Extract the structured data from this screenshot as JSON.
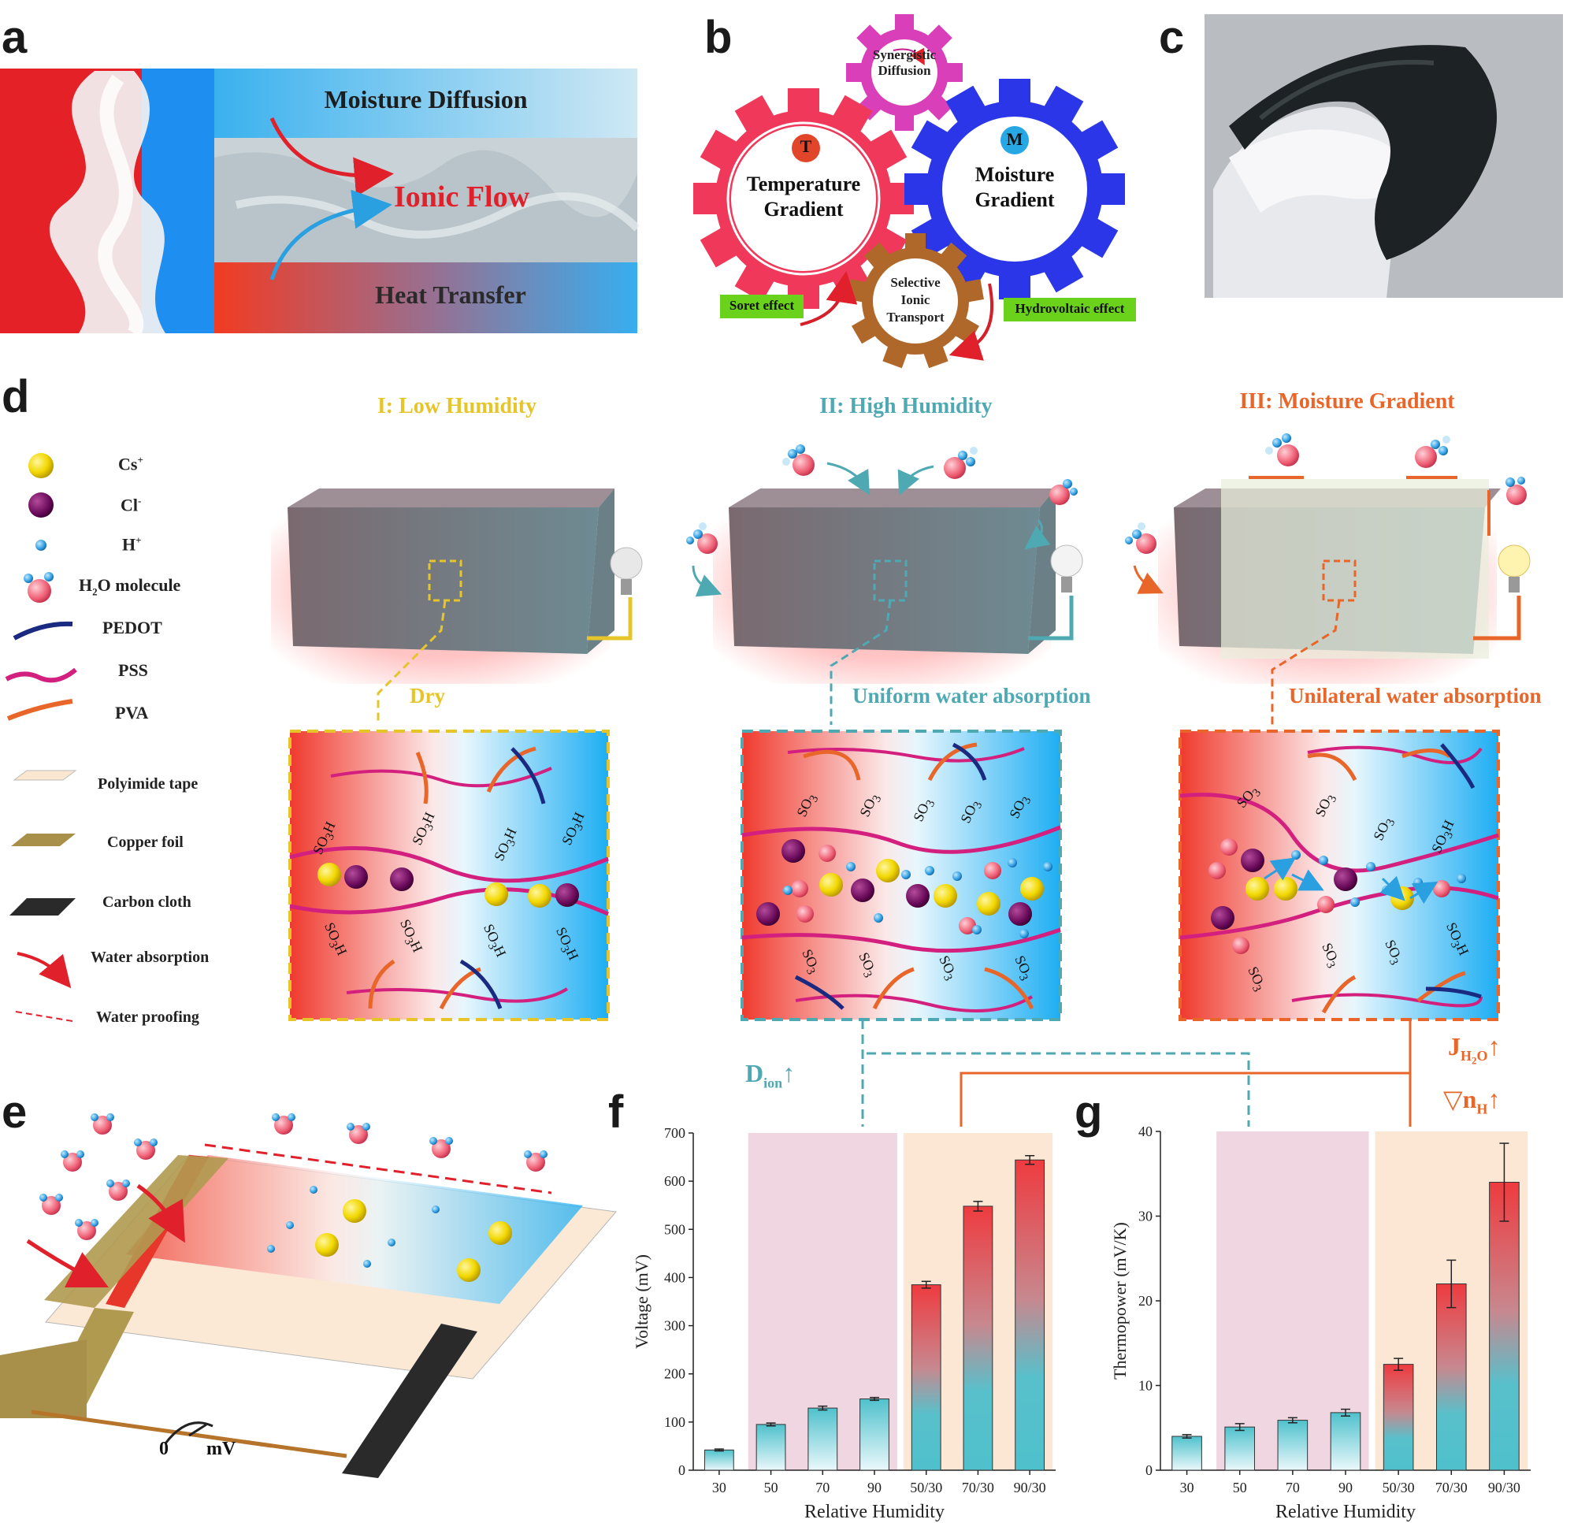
{
  "panels": {
    "a": "a",
    "b": "b",
    "c": "c",
    "d": "d",
    "e": "e",
    "f": "f",
    "g": "g"
  },
  "panel_a": {
    "top": "Moisture Diffusion",
    "middle": "Ionic Flow",
    "bottom": "Heat Transfer"
  },
  "panel_b": {
    "gear_top": [
      "Synergistic",
      "Diffusion"
    ],
    "gear_left_symbol": "T",
    "gear_left": [
      "Temperature",
      "Gradient"
    ],
    "gear_right_symbol": "M",
    "gear_right": [
      "Moisture",
      "Gradient"
    ],
    "gear_bottom": [
      "Selective",
      "Ionic",
      "Transport"
    ],
    "tag_left": "Soret effect",
    "tag_right": "Hydrovoltaic effect"
  },
  "panel_d": {
    "legend": {
      "cs_base": "Cs",
      "cs_sup": "+",
      "cl_base": "Cl",
      "cl_sup": "-",
      "h_base": "H",
      "h_sup": "+",
      "water_h": "H",
      "water_sub": "2",
      "water_rest": "O molecule",
      "pedot": "PEDOT",
      "pss": "PSS",
      "pva": "PVA",
      "polyimide": "Polyimide tape",
      "copper": "Copper foil",
      "carbon": "Carbon cloth",
      "water_absorption": "Water absorption",
      "water_proofing": "Water proofing"
    },
    "titles": [
      "I: Low Humidity",
      "II: High Humidity",
      "III: Moisture Gradient"
    ],
    "captions": [
      "Dry",
      "Uniform water absorption",
      "Unilateral water absorption"
    ],
    "groups": {
      "so3h": "SO",
      "sub3": "3",
      "h": "H"
    },
    "d_ion": {
      "base": "D",
      "sub": "ion",
      "arrow": "↑"
    },
    "j_h2o": {
      "base": "J",
      "sub1": "H",
      "sub2": "2",
      "sub3": "O",
      "arrow": "↑"
    },
    "grad_nh": {
      "nabla": "▽",
      "base": "n",
      "sub": "H",
      "arrow": "↑"
    }
  },
  "panel_e": {
    "meter_zero": "0",
    "meter_unit": "mV"
  },
  "colors": {
    "red": "#e8323a",
    "blue": "#3bb4ef",
    "teal": "#4fa9b3",
    "orange": "#e8662a",
    "yellow": "#e6c52a",
    "pink": "#c81c8c",
    "navy": "#1a2a80",
    "green": "#6ad21b",
    "magenta": "#d93fb8"
  },
  "chart_data": [
    {
      "type": "bar",
      "ylabel": "Voltage (mV)",
      "xlabel": "Relative Humidity",
      "ylim": [
        0,
        700
      ],
      "yticks": [
        0,
        100,
        200,
        300,
        400,
        500,
        600,
        700
      ],
      "categories": [
        "30",
        "50",
        "70",
        "90",
        "50/30",
        "70/30",
        "90/30"
      ],
      "values": [
        42,
        95,
        129,
        148,
        385,
        548,
        644
      ],
      "errors": [
        2,
        3,
        4,
        3,
        7,
        10,
        9
      ],
      "shaded_regions": [
        {
          "from": "50",
          "to": "90",
          "color": "#f0d6e0"
        },
        {
          "from": "50/30",
          "to": "90/30",
          "color": "#fbe7d3"
        }
      ]
    },
    {
      "type": "bar",
      "ylabel": "Thermopower (mV/K)",
      "xlabel": "Relative Humidity",
      "ylim": [
        0,
        40
      ],
      "yticks": [
        0,
        10,
        20,
        30,
        40
      ],
      "categories": [
        "30",
        "50",
        "70",
        "90",
        "50/30",
        "70/30",
        "90/30"
      ],
      "values": [
        4.0,
        5.1,
        5.9,
        6.8,
        12.5,
        22.0,
        34.0
      ],
      "errors": [
        0.2,
        0.4,
        0.3,
        0.4,
        0.7,
        2.8,
        4.6
      ],
      "shaded_regions": [
        {
          "from": "50",
          "to": "90",
          "color": "#f0d6e0"
        },
        {
          "from": "50/30",
          "to": "90/30",
          "color": "#fbe7d3"
        }
      ]
    }
  ]
}
